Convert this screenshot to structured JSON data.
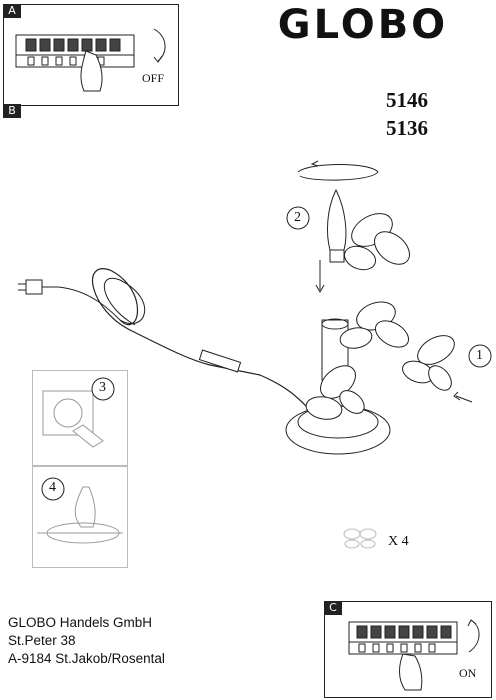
{
  "brand": "GLOBO",
  "models": [
    "5146",
    "5136"
  ],
  "panels": {
    "a": {
      "tag": "A",
      "label": "OFF"
    },
    "b": {
      "tag": "B"
    },
    "c": {
      "tag": "C",
      "label": "ON"
    }
  },
  "steps": [
    "1",
    "2",
    "3",
    "4"
  ],
  "accessory_count": "X 4",
  "address": {
    "line1": "GLOBO Handels GmbH",
    "line2": "St.Peter 38",
    "line3": "A-9184 St.Jakob/Rosental"
  }
}
